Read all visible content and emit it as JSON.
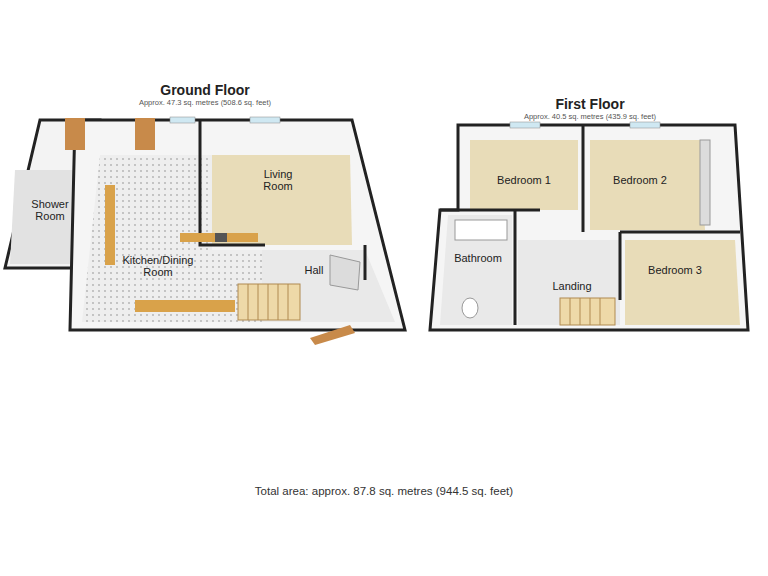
{
  "diagram": {
    "caption": "Total area: approx. 87.8 sq. metres (944.5 sq. feet)",
    "nodes": [
      {
        "text": [
          "Ground Floor",
          "Approx. 47.3 sq. metres (508.6 sq. feet)"
        ]
      },
      {
        "text": [
          "Shower Room"
        ],
        "in": 0
      },
      {
        "text": [
          "Kitchen/Dining Room"
        ],
        "in": 0
      },
      {
        "text": [
          "Living Room"
        ],
        "in": 0
      },
      {
        "text": [
          "Hall"
        ],
        "in": 0
      },
      {
        "text": [
          "First Floor",
          "Approx. 40.5 sq. metres (435.9 sq. feet)"
        ]
      },
      {
        "text": [
          "Bedroom 1"
        ],
        "in": 5
      },
      {
        "text": [
          "Bedroom 2"
        ],
        "in": 5
      },
      {
        "text": [
          "Bathroom"
        ],
        "in": 5
      },
      {
        "text": [
          "Landing"
        ],
        "in": 5
      },
      {
        "text": [
          "Bedroom 3"
        ],
        "in": 5
      }
    ]
  }
}
